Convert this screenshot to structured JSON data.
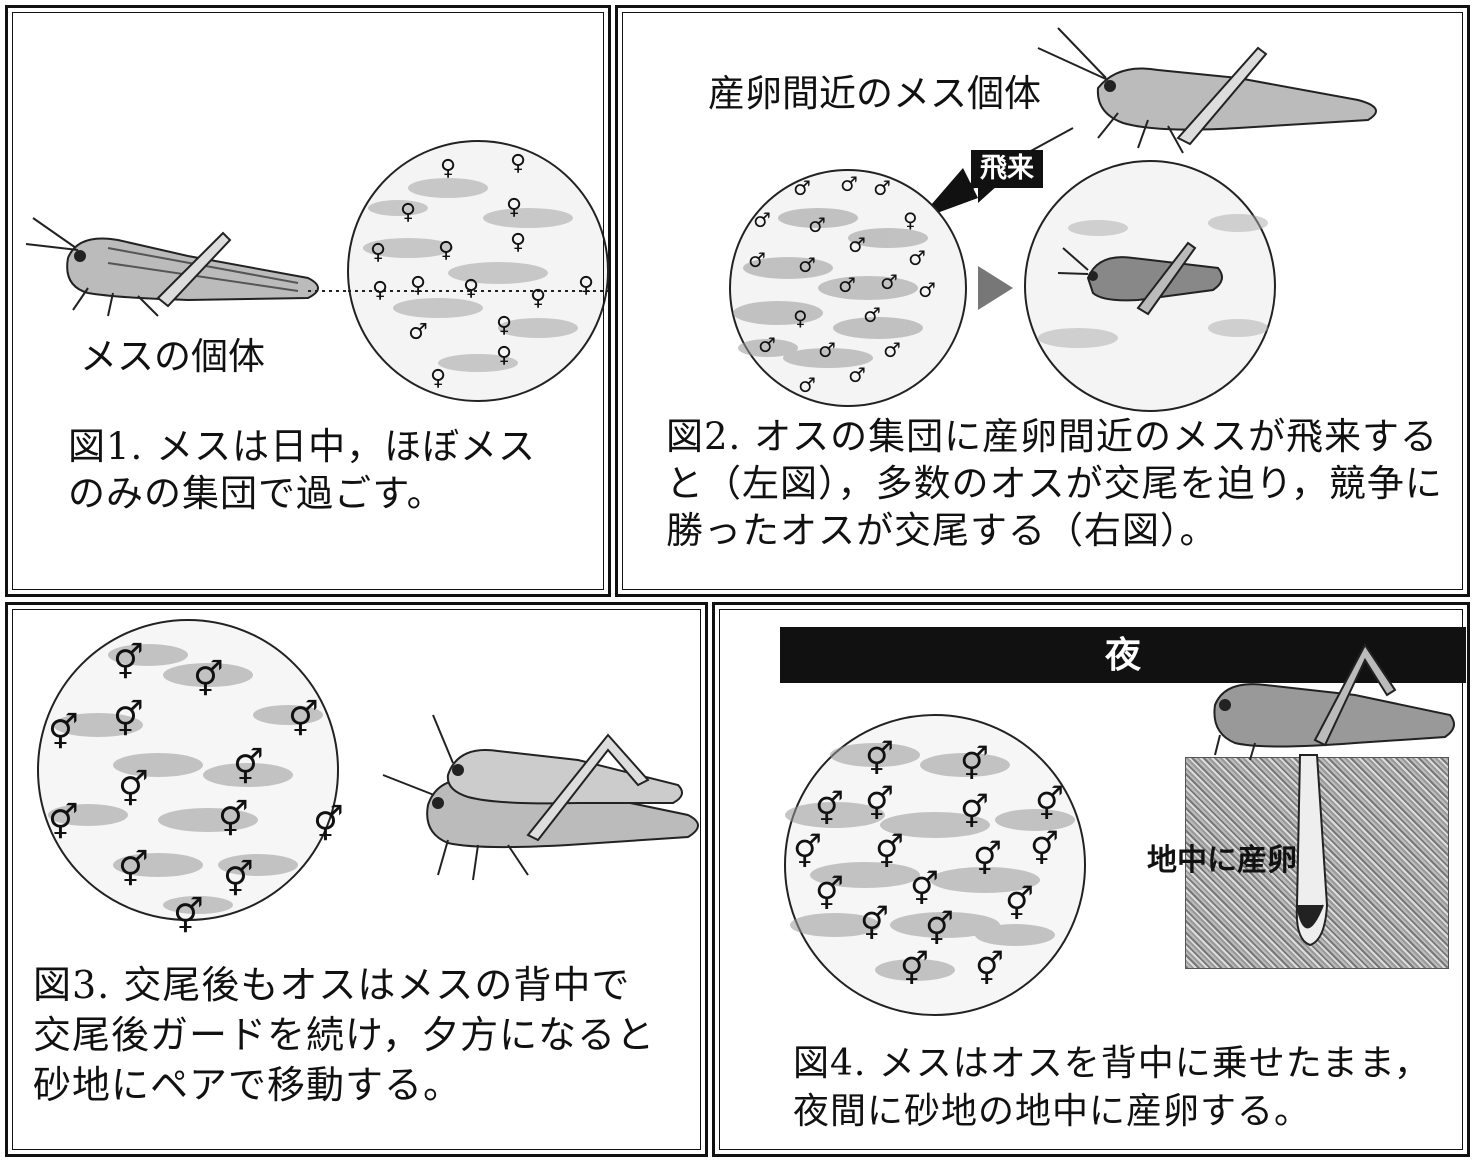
{
  "panels": {
    "fig1": {
      "label_female": "メスの個体",
      "caption": "図1. メスは日中，ほぼメス\nのみの集団で過ごす。"
    },
    "fig2": {
      "label_female": "産卵間近のメス個体",
      "arrow_label": "飛来",
      "caption": "図2. オスの集団に産卵間近のメスが飛来する\nと（左図），多数のオスが交尾を迫り，競争に\n勝ったオスが交尾する（右図）。"
    },
    "fig3": {
      "caption": "図3. 交尾後もオスはメスの背中で\n交尾後ガードを続け，夕方になると\n砂地にペアで移動する。"
    },
    "fig4": {
      "night_label": "夜",
      "ground_label": "地中に産卵",
      "caption": "図4. メスはオスを背中に乗せたまま，\n夜間に砂地の地中に産卵する。"
    }
  },
  "symbols": {
    "female": "♀",
    "male": "♂",
    "pair": "⚥"
  }
}
